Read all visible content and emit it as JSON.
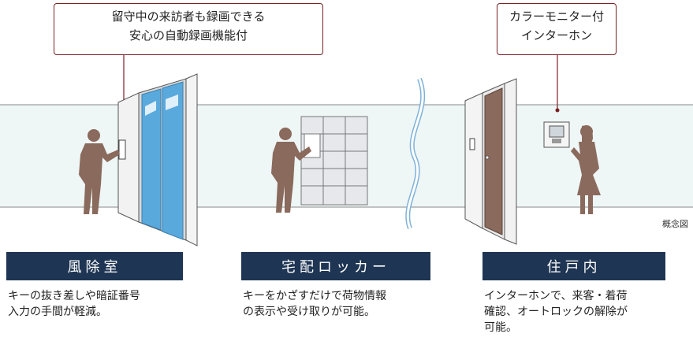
{
  "callouts": {
    "recording": [
      "留守中の来訪者も録画できる",
      "安心の自動録画機能付"
    ],
    "monitor": [
      "カラーモニター付",
      "インターホン"
    ]
  },
  "note": "概念図",
  "sections": [
    {
      "title": "風除室",
      "description": [
        "キーの抜き差しや暗証番号",
        "入力の手間が軽減。"
      ]
    },
    {
      "title": "宅配ロッカー",
      "description": [
        "キーをかざすだけで荷物情報",
        "の表示や受け取りが可能。"
      ]
    },
    {
      "title": "住戸内",
      "description": [
        "インターホンで、来客・着荷",
        "確認、オートロックの解除が",
        "可能。"
      ]
    }
  ],
  "colors": {
    "label_bg": "#1e3553",
    "callout_border": "#7a1f24",
    "person": "#8a6a5c",
    "wall": "#eef6f6",
    "glass": "#5aa9dc"
  }
}
